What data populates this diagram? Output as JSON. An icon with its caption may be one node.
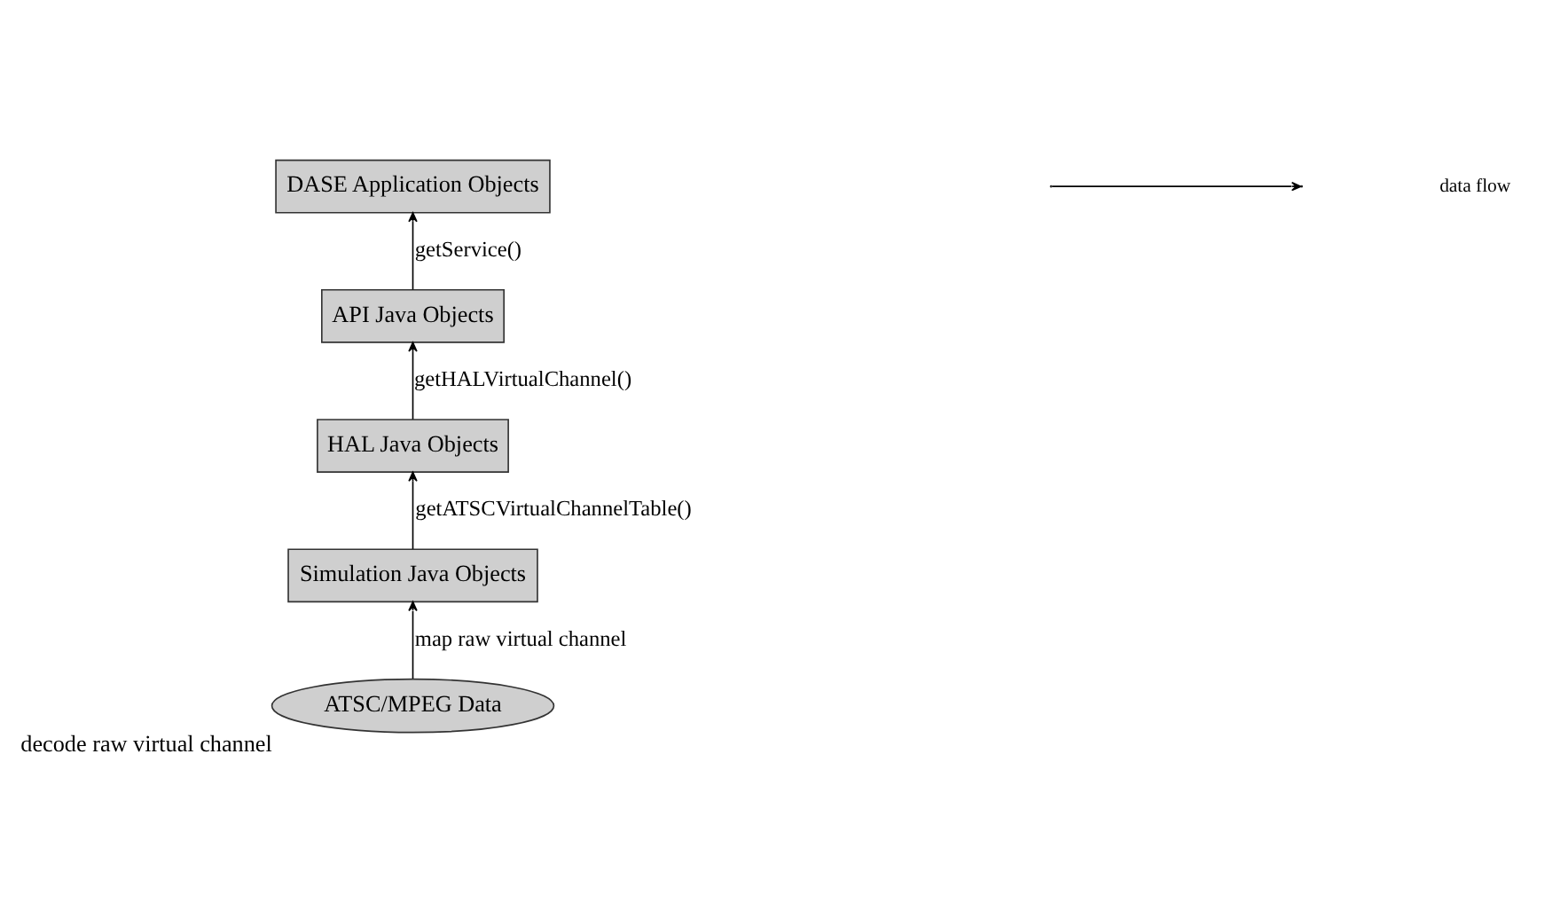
{
  "diagram": {
    "nodes": [
      {
        "text": [
          "DASE Application Objects"
        ]
      },
      {
        "text": [
          "API Java Objects"
        ]
      },
      {
        "text": [
          "HAL Java Objects"
        ]
      },
      {
        "text": [
          "Simulation Java Objects"
        ]
      },
      {
        "text": [
          "ATSC/MPEG Data"
        ],
        "beside": [
          "decode raw virtual channel"
        ]
      }
    ],
    "edges": [
      {
        "from": 4,
        "to": 3,
        "arrow": "to",
        "label": "map raw virtual channel"
      },
      {
        "from": 3,
        "to": 2,
        "arrow": "to",
        "label": "getATSCVirtualChannelTable()"
      },
      {
        "from": 2,
        "to": 1,
        "arrow": "to",
        "label": "getHALVirtualChannel()"
      },
      {
        "from": 1,
        "to": 0,
        "arrow": "to",
        "label": "getService()"
      }
    ],
    "legend": [
      {
        "text": "data flow"
      }
    ]
  }
}
